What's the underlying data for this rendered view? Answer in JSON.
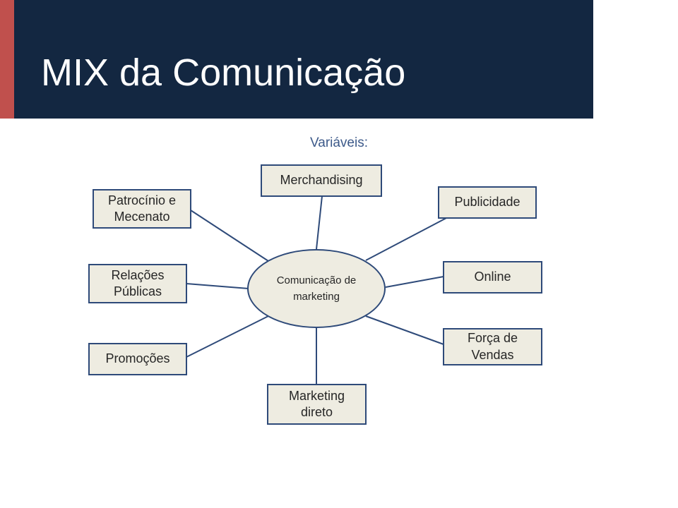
{
  "slide": {
    "title": "MIX da Comunicação",
    "subtitle": "Variáveis:"
  },
  "diagram": {
    "center": "Comunicação de marketing",
    "nodes": {
      "merchandising": "Merchandising",
      "publicidade": "Publicidade",
      "patrocinio": "Patrocínio e Mecenato",
      "relacoes_publicas": "Relações Públicas",
      "online": "Online",
      "promocoes": "Promoções",
      "forca_de_vendas": "Força de Vendas",
      "marketing_direto": "Marketing direto"
    }
  },
  "colors": {
    "title_band": "#132741",
    "accent": "#c0504d",
    "node_fill": "#eeece1",
    "node_border": "#2e4a79",
    "connector": "#2e4a79",
    "subtitle_text": "#3d5a8a"
  }
}
